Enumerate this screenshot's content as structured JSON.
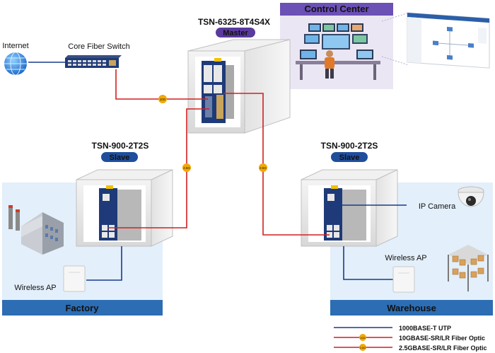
{
  "devices": {
    "master": {
      "name": "TSN-6325-8T4S4X",
      "role": "Master"
    },
    "slave_left": {
      "name": "TSN-900-2T2S",
      "role": "Slave"
    },
    "slave_right": {
      "name": "TSN-900-2T2S",
      "role": "Slave"
    }
  },
  "nodes": {
    "internet": "Internet",
    "core_switch": "Core Fiber Switch",
    "control_center": "Control Center",
    "ip_camera": "IP Camera",
    "wireless_ap_left": "Wireless AP",
    "wireless_ap_right": "Wireless AP"
  },
  "zones": {
    "factory": "Factory",
    "warehouse": "Warehouse"
  },
  "link_badges": {
    "ten_g": "10G",
    "two_five_g_a": "2.5G",
    "two_five_g_b": "2.5G"
  },
  "legend": [
    {
      "label": "1000BASE-T UTP",
      "color": "#1a3a8c",
      "badge": ""
    },
    {
      "label": "10GBASE-SR/LR Fiber Optic",
      "color": "#d21f1f",
      "badge": "10G"
    },
    {
      "label": "2.5GBASE-SR/LR Fiber Optic",
      "color": "#d21f1f",
      "badge": "2.5G"
    }
  ],
  "colors": {
    "copper": "#1a3a8c",
    "fiber": "#d21f1f",
    "badge": "#f2a900",
    "zone_fill": "#e3effa",
    "zone_header": "#2c6db3",
    "role_pill": "#1f4e9c",
    "master_pill": "#5a3a9c",
    "control_header": "#6b50b5"
  },
  "icons": [
    "globe-icon",
    "core-switch-icon",
    "factory-icon",
    "wireless-ap-icon",
    "ip-camera-icon",
    "warehouse-shelf-icon",
    "monitor-wall-icon",
    "operator-icon",
    "dashboard-screenshot"
  ]
}
